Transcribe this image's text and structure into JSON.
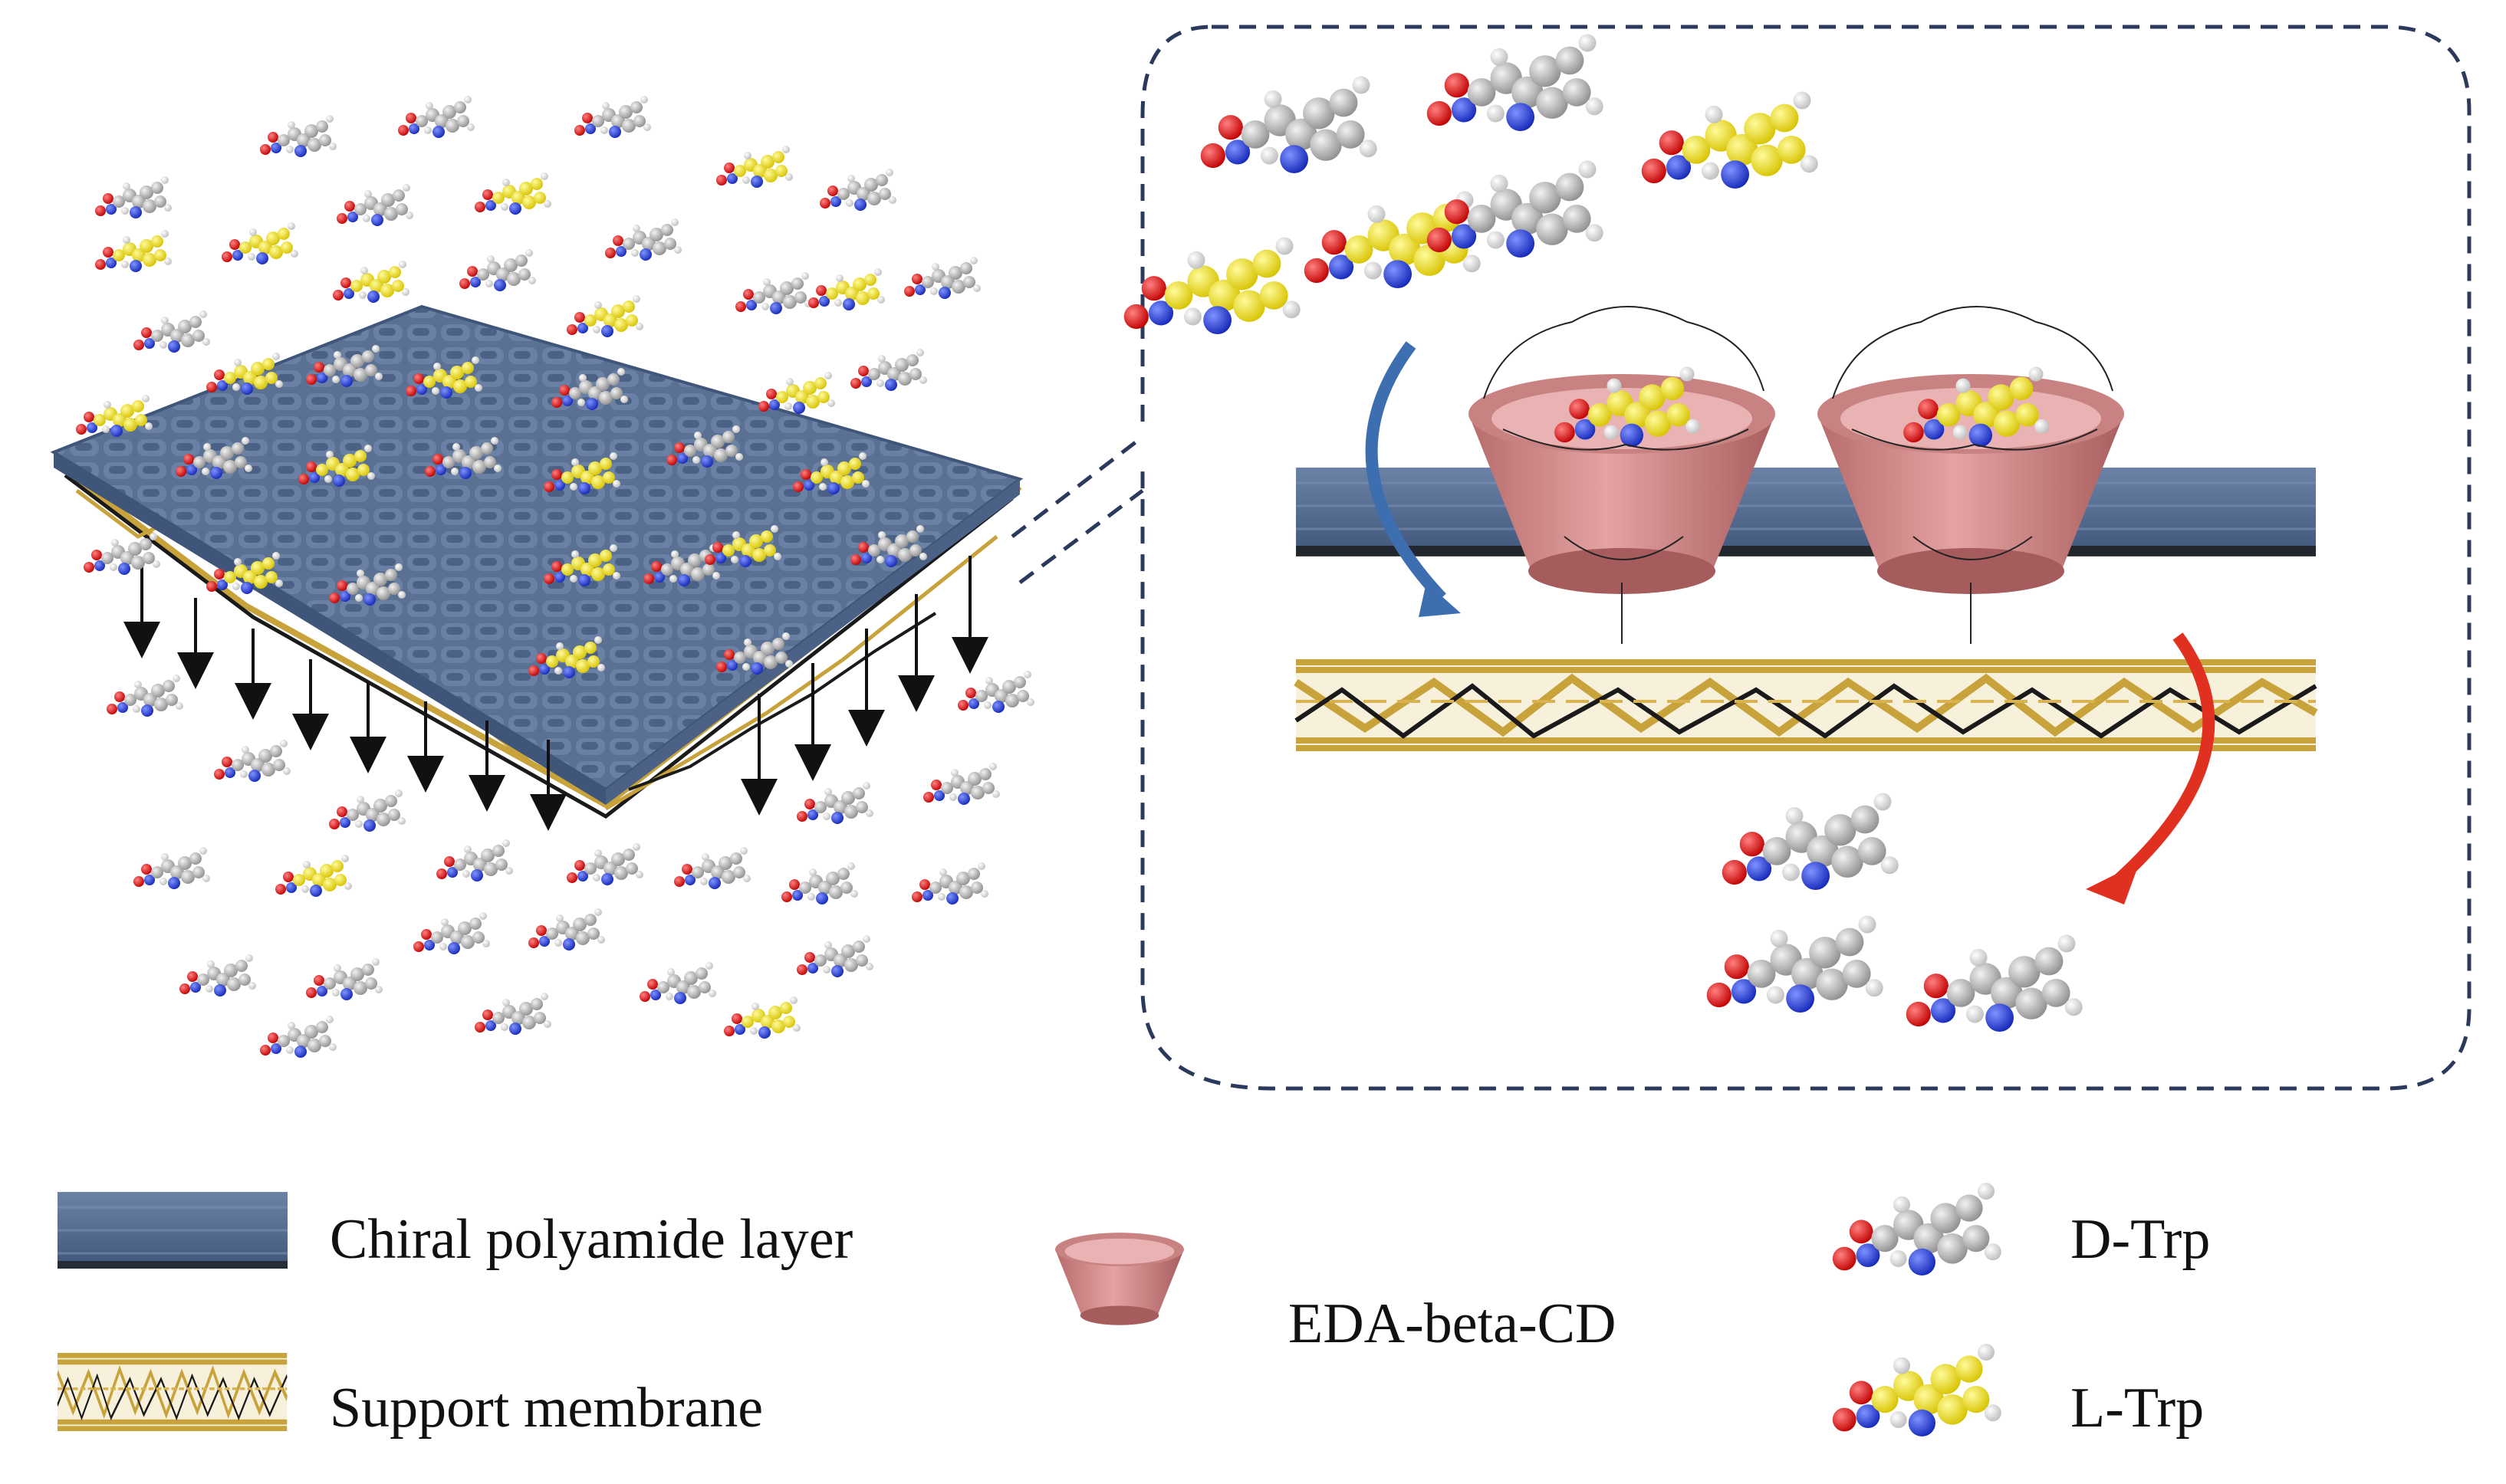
{
  "legend": {
    "polyamide_label": "Chiral polyamide layer",
    "support_label": "Support membrane",
    "cd_label": "EDA-beta-CD",
    "d_trp_label": "D-Trp",
    "l_trp_label": "L-Trp"
  },
  "colors": {
    "polyamide": "#5b7194",
    "support_gold": "#c8a23a",
    "support_black": "#1a1a1a",
    "cd_pink": "#d99090",
    "l_trp_yellow": "#f2e21a",
    "d_trp_gray": "#b5b5b5",
    "oxygen_red": "#e01010",
    "nitrogen_blue": "#1c35d8",
    "dashed_border": "#2b3a5c",
    "arrow_blue": "#3d6fb0",
    "arrow_red": "#e03020"
  },
  "icons": [
    "d-trp-molecule-icon",
    "l-trp-molecule-icon",
    "cyclodextrin-cup-icon",
    "polyamide-layer-icon",
    "support-membrane-icon"
  ]
}
